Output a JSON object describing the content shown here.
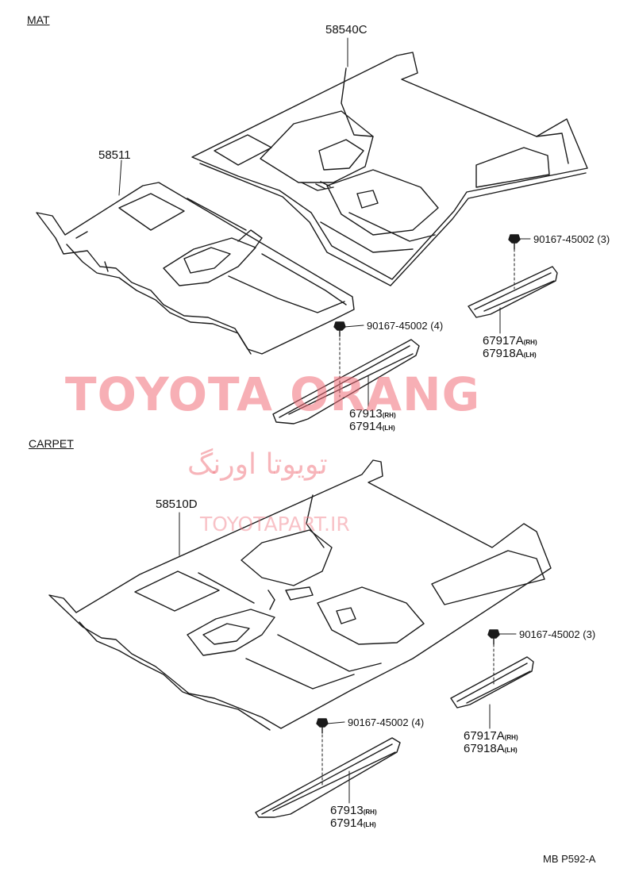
{
  "sections": {
    "mat": "MAT",
    "carpet": "CARPET"
  },
  "mat": {
    "rear_mat": "58540C",
    "front_mat": "58511",
    "clip_front": "90167-45002",
    "clip_front_qty": "(4)",
    "clip_rear": "90167-45002",
    "clip_rear_qty": "(3)",
    "plate_front_rh": "67913",
    "plate_front_lh": "67914",
    "plate_rear_rh": "67917A",
    "plate_rear_lh": "67918A",
    "suffix_rh": "(RH)",
    "suffix_lh": "(LH)"
  },
  "carpet": {
    "carpet": "58510D",
    "clip_rear": "90167-45002",
    "clip_rear_qty": "(3)",
    "clip_front": "90167-45002",
    "clip_front_qty": "(4)",
    "plate_rear_rh": "67917A",
    "plate_rear_lh": "67918A",
    "plate_front_rh": "67913",
    "plate_front_lh": "67914",
    "suffix_rh": "(RH)",
    "suffix_lh": "(LH)"
  },
  "watermark": {
    "main": "TOYOTA ORANG",
    "persian": "تویوتا اورنگ",
    "url": "TOYOTAPART.IR"
  },
  "diagram_code": "MB P592-A"
}
